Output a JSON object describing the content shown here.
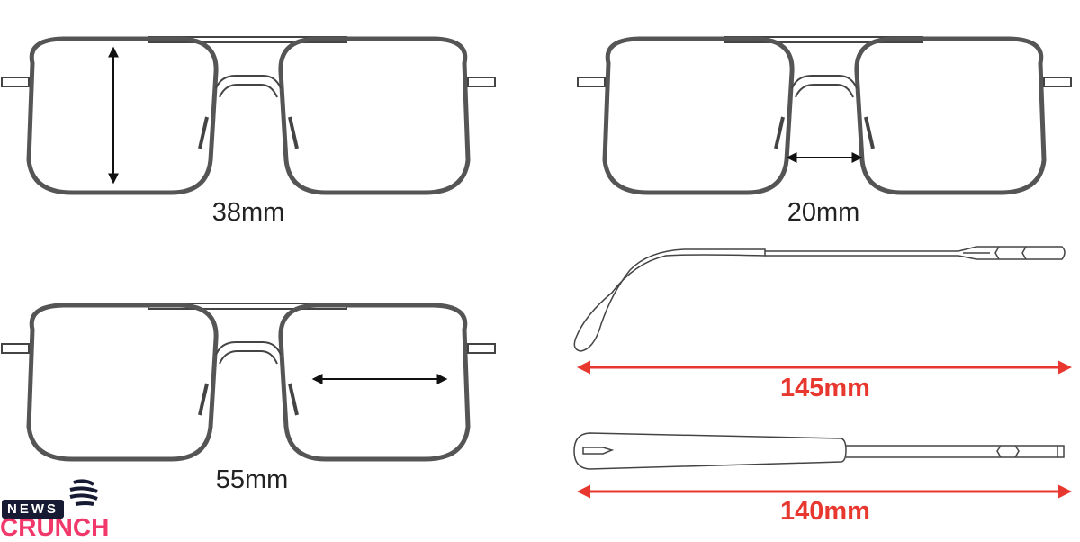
{
  "measurements": {
    "lens_height": "38mm",
    "bridge_width": "20mm",
    "lens_width": "55mm",
    "temple_length_side": "145mm",
    "temple_length_top": "140mm"
  },
  "logo": {
    "top": "NEWS",
    "bottom": "CRUNCH"
  },
  "colors": {
    "accent": "#e8372f",
    "line": "#444444",
    "logo_pink": "#f0386b",
    "logo_navy": "#161b33"
  }
}
